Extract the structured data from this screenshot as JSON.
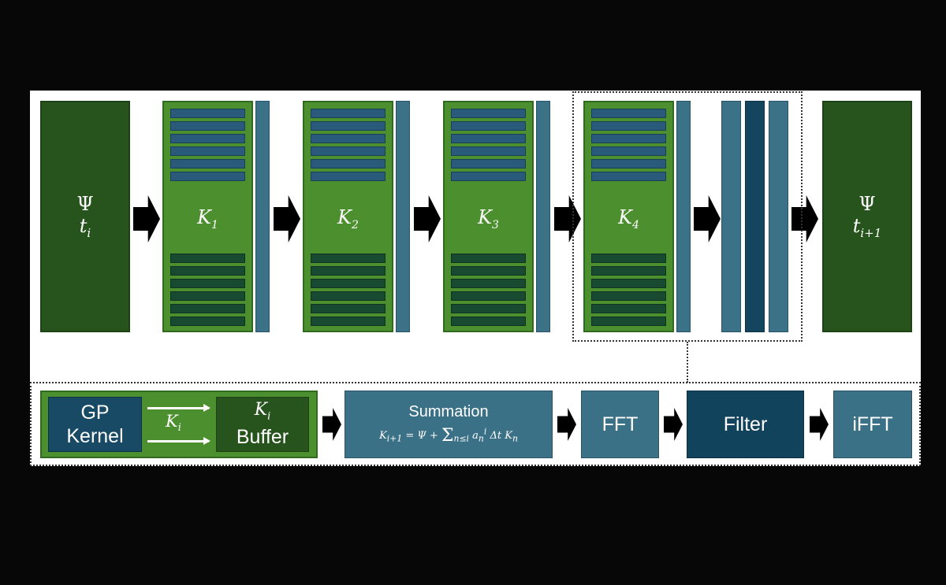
{
  "top_row": {
    "input": {
      "symbol": "Ψ",
      "time": "t",
      "time_sub": "i"
    },
    "stages": [
      {
        "k": "K",
        "sub": "1"
      },
      {
        "k": "K",
        "sub": "2"
      },
      {
        "k": "K",
        "sub": "3"
      },
      {
        "k": "K",
        "sub": "4"
      }
    ],
    "output": {
      "symbol": "Ψ",
      "time": "t",
      "time_sub": "i+1"
    }
  },
  "bottom_row": {
    "gp_kernel": {
      "line1": "GP",
      "line2": "Kernel"
    },
    "ki_arrow_label": {
      "k": "K",
      "sub": "i"
    },
    "buffer": {
      "k": "K",
      "sub": "i",
      "label": "Buffer"
    },
    "summation": {
      "title": "Summation",
      "formula": "K_{i+1} = Ψ + Σ_{n≤i} a_n^i Δt K_n"
    },
    "fft": "FFT",
    "filter": "Filter",
    "ifft": "iFFT"
  },
  "colors": {
    "dark_green": "#27541d",
    "stage_green": "#4b8f2e",
    "stripe_blue": "#2a5a7a",
    "teal": "#3b7186",
    "navy": "#12435c",
    "background": "#070707"
  }
}
